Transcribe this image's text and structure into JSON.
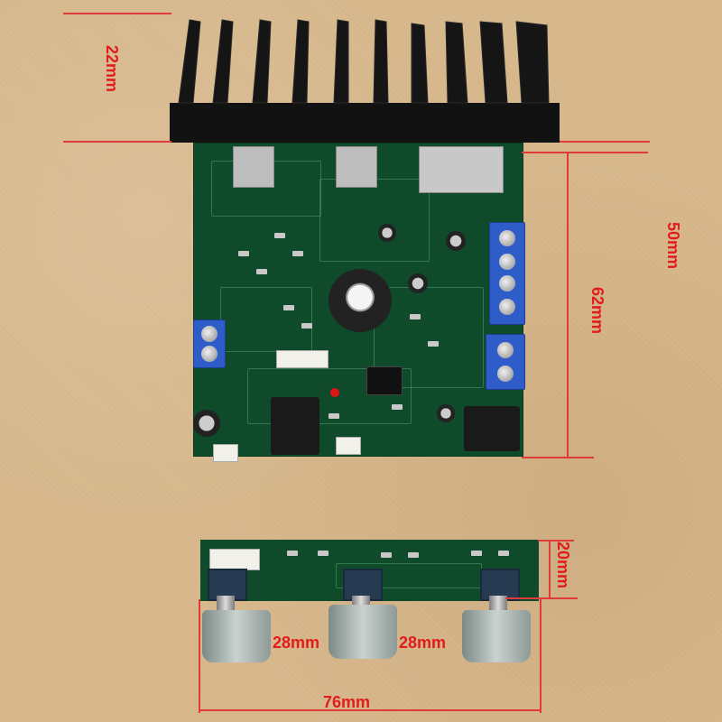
{
  "dimensions": {
    "heatsink_height": "22mm",
    "board_width": "50mm",
    "board_height": "62mm",
    "small_board_height": "20mm",
    "knob_spacing_left": "28mm",
    "knob_spacing_right": "28mm",
    "small_board_width": "76mm"
  },
  "colors": {
    "background": "#d8b98d",
    "pcb": "#0f4a2a",
    "heatsink": "#121212",
    "dimension_line": "#e03a3a",
    "dimension_text": "#e21b1b",
    "terminal": "#2e5cc9"
  }
}
